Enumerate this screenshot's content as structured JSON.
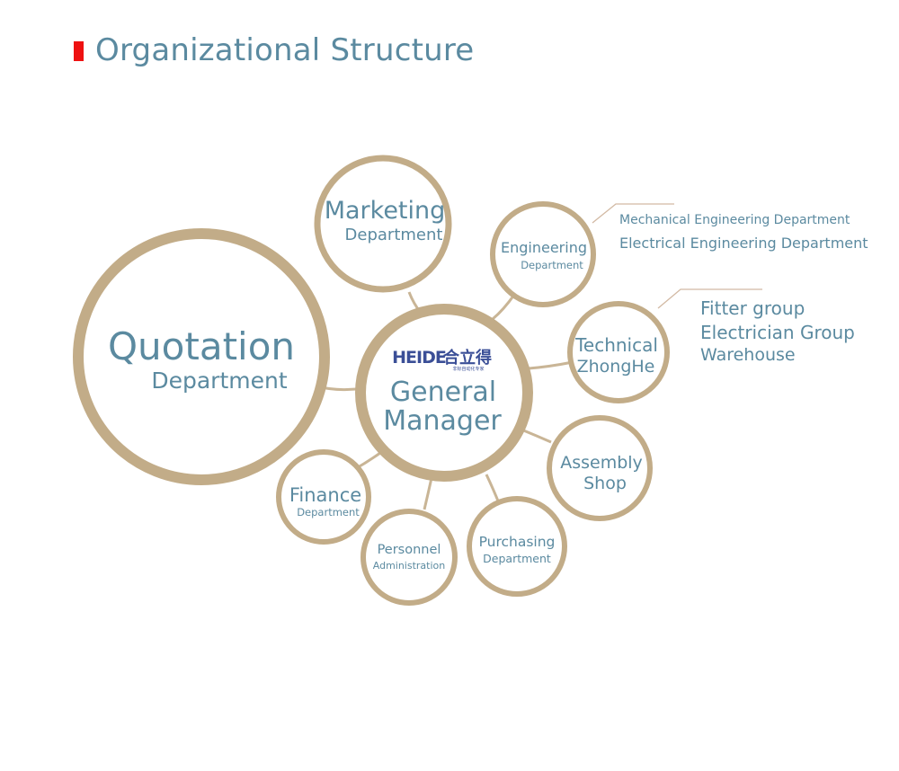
{
  "title": "Organizational Structure",
  "colors": {
    "accent": "#ee1111",
    "text": "#5b8aa0",
    "ring": "#c2ac88",
    "connector": "#c9b596"
  },
  "logo": {
    "latin": "HEIDE",
    "cjk": "合立得",
    "tagline": "非标自动化专家"
  },
  "center": {
    "line1": "General",
    "line2": "Manager"
  },
  "nodes": {
    "quotation": {
      "line1": "Quotation",
      "line2": "Department"
    },
    "marketing": {
      "line1": "Marketing",
      "line2": "Department"
    },
    "engineering": {
      "line1": "Engineering",
      "line2": "Department"
    },
    "technical": {
      "line1": "Technical",
      "line2": "ZhongHe"
    },
    "assembly": {
      "line1": "Assembly",
      "line2": "Shop"
    },
    "purchasing": {
      "line1": "Purchasing",
      "line2": "Department"
    },
    "personnel": {
      "line1": "Personnel",
      "line2": "Administration"
    },
    "finance": {
      "line1": "Finance",
      "line2": "Department"
    }
  },
  "engineering_subunits": [
    "Mechanical Engineering Department",
    "Electrical Engineering Department"
  ],
  "technical_subunits": [
    "Fitter group",
    "Electrician Group",
    "Warehouse"
  ]
}
